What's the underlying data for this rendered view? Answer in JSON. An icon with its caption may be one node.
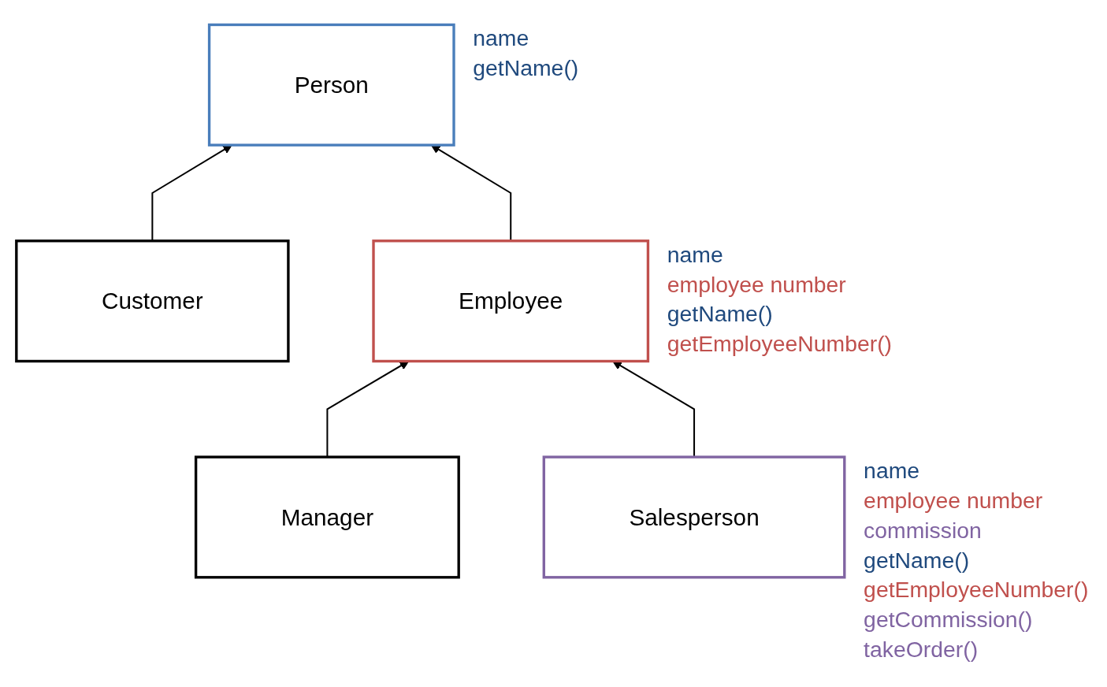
{
  "diagram": {
    "nodes": [
      {
        "text": [
          "Person"
        ],
        "beside": [
          "name",
          "getName()"
        ]
      },
      {
        "text": [
          "Customer"
        ]
      },
      {
        "text": [
          "Employee"
        ],
        "beside": [
          "name",
          "employee number",
          "getName()",
          "getEmployeeNumber()"
        ]
      },
      {
        "text": [
          "Manager"
        ]
      },
      {
        "text": [
          "Salesperson"
        ],
        "beside": [
          "name",
          "employee number",
          "commission",
          "getName()",
          "getEmployeeNumber()",
          "getCommission()",
          "takeOrder()"
        ]
      }
    ],
    "edges": [
      {
        "from": 1,
        "to": 0,
        "arrow": "to"
      },
      {
        "from": 2,
        "to": 0,
        "arrow": "to"
      },
      {
        "from": 3,
        "to": 2,
        "arrow": "to"
      },
      {
        "from": 4,
        "to": 2,
        "arrow": "to"
      }
    ]
  }
}
